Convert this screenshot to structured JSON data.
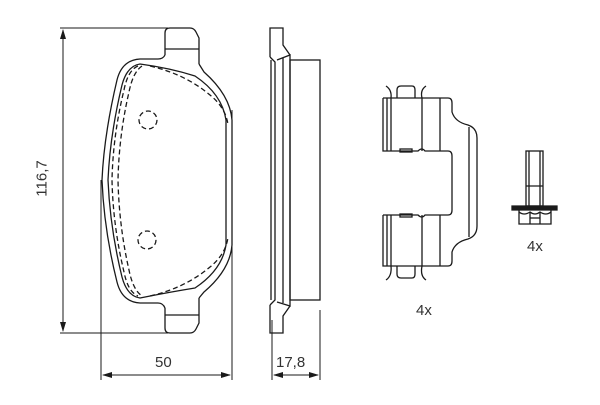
{
  "diagram": {
    "title": "Brake pad set technical drawing",
    "components": [
      {
        "name": "brake-pad-front-view"
      },
      {
        "name": "brake-pad-side-view"
      },
      {
        "name": "anti-rattle-spring-clip",
        "quantity_label": "4x"
      },
      {
        "name": "flange-bolt",
        "quantity_label": "4x"
      }
    ],
    "dimensions": {
      "height": "116,7",
      "width": "50",
      "thickness": "17,8"
    },
    "labels": {
      "clip_qty": "4x",
      "bolt_qty": "4x"
    },
    "colors": {
      "line": "#1a1a1a",
      "text": "#333333",
      "background": "#ffffff"
    }
  }
}
